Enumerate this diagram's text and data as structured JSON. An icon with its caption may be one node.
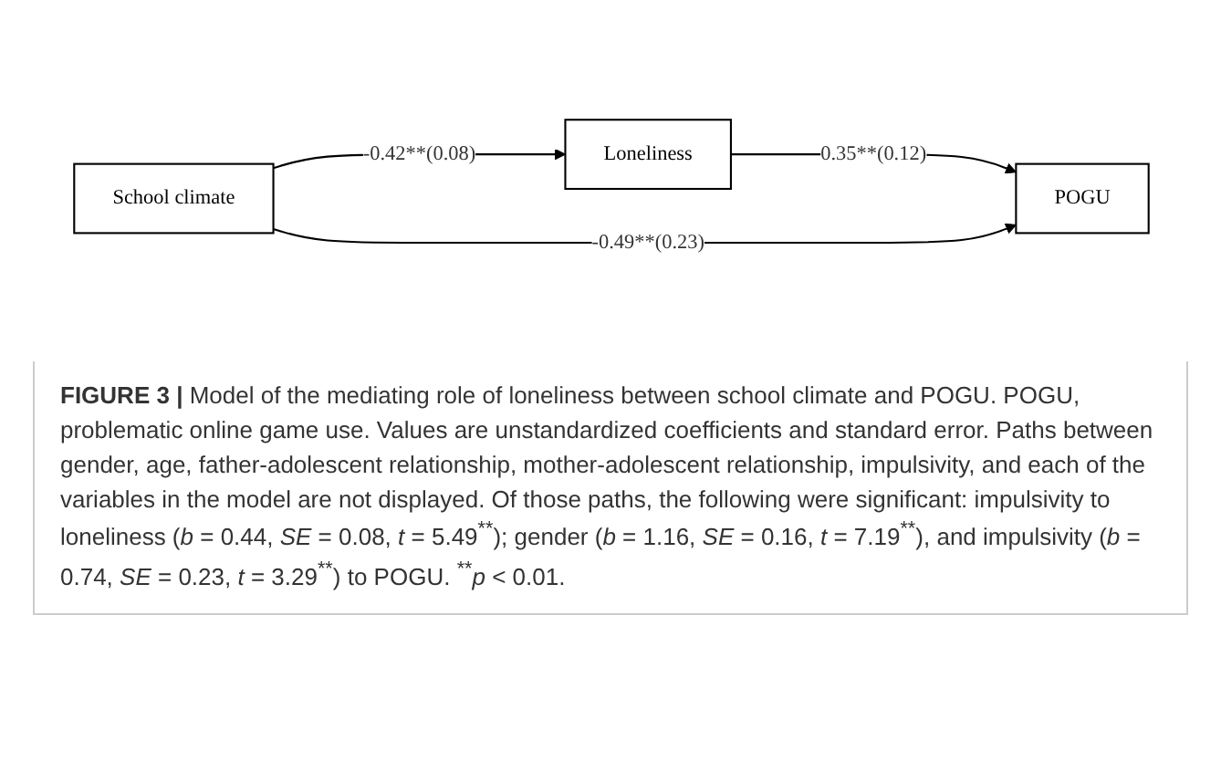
{
  "diagram": {
    "caption": "**FIGURE 3 |** Model of the mediating role of loneliness between school climate and POGU. POGU, problematic online game use. Values are unstandardized coefficients and standard error. Paths between gender, age, father-adolescent relationship, mother-adolescent relationship, impulsivity, and each of the variables in the model are not displayed. Of those paths, the following were significant: impulsivity to loneliness (*b* = 0.44, *SE* = 0.08, *t* = 5.49$^{**}$); gender (*b* = 1.16, *SE* = 0.16, *t* = 7.19$^{**}$), and impulsivity (*b* = 0.74, *SE* = 0.23, *t* = 3.29$^{**}$) to POGU. $^{**}$*p* < 0.01.",
    "nodes": [
      {
        "text": [
          "Loneliness"
        ]
      },
      {
        "text": [
          "School climate"
        ]
      },
      {
        "text": [
          "POGU"
        ]
      }
    ],
    "edges": [
      {
        "from": 1,
        "to": 0,
        "arrow": "to",
        "label": "-0.42**(0.08)"
      },
      {
        "from": 0,
        "to": 2,
        "arrow": "to",
        "label": "0.35**(0.12)"
      },
      {
        "from": 1,
        "to": 2,
        "arrow": "to",
        "label": "-0.49**(0.23)"
      }
    ]
  }
}
